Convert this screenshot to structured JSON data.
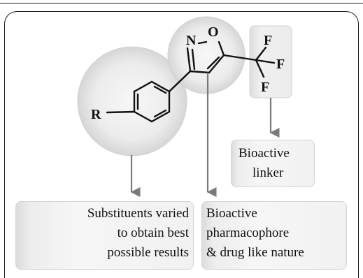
{
  "molecule": {
    "atoms": {
      "n": "N",
      "o": "O",
      "r": "R",
      "f1": "F",
      "f2": "F",
      "f3": "F"
    }
  },
  "labels": {
    "linker": {
      "line1": "Bioactive",
      "line2": "linker"
    },
    "substituents": {
      "line1": "Substituents varied",
      "line2": "to obtain best",
      "line3": "possible results"
    },
    "pharmacophore": {
      "line1": "Bioactive",
      "line2": "pharmacophore",
      "line3": "& drug like nature"
    }
  }
}
